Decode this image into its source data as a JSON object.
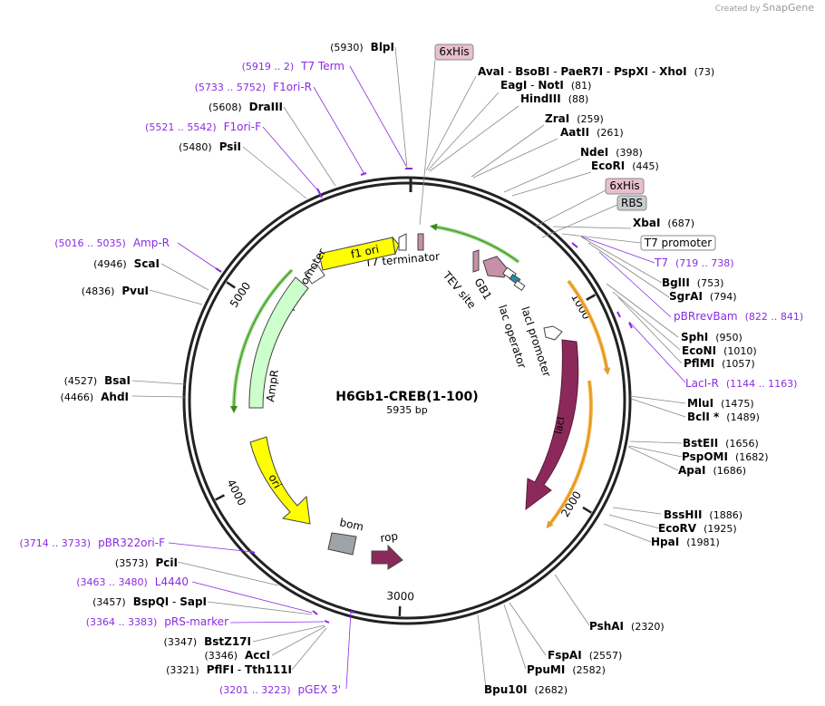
{
  "credit": {
    "created_by": "Created by",
    "brand": "SnapGene"
  },
  "title": "H6Gb1-CREB(1-100)",
  "size": "5935 bp",
  "bp_total": 5935,
  "ticks": [
    {
      "bp": 1000,
      "label": "1000"
    },
    {
      "bp": 2000,
      "label": "2000"
    },
    {
      "bp": 3000,
      "label": "3000"
    },
    {
      "bp": 4000,
      "label": "4000"
    },
    {
      "bp": 5000,
      "label": "5000"
    }
  ],
  "features": [
    {
      "name": "6xHis",
      "label": "6xHis"
    },
    {
      "name": "RBS",
      "label": "RBS"
    },
    {
      "name": "T7 promoter",
      "label": "T7 promoter"
    },
    {
      "name": "f1 ori",
      "label": "f1 ori"
    },
    {
      "name": "T7 terminator",
      "label": "T7 terminator"
    },
    {
      "name": "GB1",
      "label": "GB1"
    },
    {
      "name": "TEV site",
      "label": "TEV site"
    },
    {
      "name": "lac operator",
      "label": "lac operator"
    },
    {
      "name": "lacI promoter",
      "label": "lacI promoter"
    },
    {
      "name": "lacI",
      "label": "lacI"
    },
    {
      "name": "AmpR promoter",
      "label": "AmpR promoter"
    },
    {
      "name": "AmpR",
      "label": "AmpR"
    },
    {
      "name": "ori",
      "label": "ori"
    },
    {
      "name": "bom",
      "label": "bom"
    },
    {
      "name": "rop",
      "label": "rop"
    }
  ],
  "right_labels": [
    {
      "kind": "enz",
      "parts": [
        {
          "t": "AvaI",
          "b": true
        },
        {
          "t": "  -  ",
          "b": false
        },
        {
          "t": "BsoBI",
          "b": true
        },
        {
          "t": "  -  ",
          "b": false
        },
        {
          "t": "PaeR7I",
          "b": true
        },
        {
          "t": "  -  ",
          "b": false
        },
        {
          "t": "PspXI",
          "b": true
        },
        {
          "t": "  -  ",
          "b": false
        },
        {
          "t": "XhoI",
          "b": true
        }
      ],
      "pos": "(73)"
    },
    {
      "kind": "enz",
      "parts": [
        {
          "t": "EagI",
          "b": true
        },
        {
          "t": "  -  ",
          "b": false
        },
        {
          "t": "NotI",
          "b": true
        }
      ],
      "pos": "(81)"
    },
    {
      "kind": "enz",
      "parts": [
        {
          "t": "HindIII",
          "b": true
        }
      ],
      "pos": "(88)"
    },
    {
      "kind": "enz",
      "parts": [
        {
          "t": "ZraI",
          "b": true
        }
      ],
      "pos": "(259)"
    },
    {
      "kind": "enz",
      "parts": [
        {
          "t": "AatII",
          "b": true
        }
      ],
      "pos": "(261)"
    },
    {
      "kind": "enz",
      "parts": [
        {
          "t": "NdeI",
          "b": true
        }
      ],
      "pos": "(398)"
    },
    {
      "kind": "enz",
      "parts": [
        {
          "t": "EcoRI",
          "b": true
        }
      ],
      "pos": "(445)"
    },
    {
      "kind": "enz",
      "parts": [
        {
          "t": "XbaI",
          "b": true
        }
      ],
      "pos": "(687)"
    },
    {
      "kind": "primer",
      "parts": [
        {
          "t": "T7",
          "b": false
        }
      ],
      "pos": "(719 .. 738)"
    },
    {
      "kind": "enz",
      "parts": [
        {
          "t": "BglII",
          "b": true
        }
      ],
      "pos": "(753)"
    },
    {
      "kind": "enz",
      "parts": [
        {
          "t": "SgrAI",
          "b": true
        }
      ],
      "pos": "(794)"
    },
    {
      "kind": "primer",
      "parts": [
        {
          "t": "pBRrevBam",
          "b": false
        }
      ],
      "pos": "(822 .. 841)"
    },
    {
      "kind": "enz",
      "parts": [
        {
          "t": "SphI",
          "b": true
        }
      ],
      "pos": "(950)"
    },
    {
      "kind": "enz",
      "parts": [
        {
          "t": "EcoNI",
          "b": true
        }
      ],
      "pos": "(1010)"
    },
    {
      "kind": "enz",
      "parts": [
        {
          "t": "PflMI",
          "b": true
        }
      ],
      "pos": "(1057)"
    },
    {
      "kind": "primer",
      "parts": [
        {
          "t": "LacI-R",
          "b": false
        }
      ],
      "pos": "(1144 .. 1163)"
    },
    {
      "kind": "enz",
      "parts": [
        {
          "t": "MluI",
          "b": true
        }
      ],
      "pos": "(1475)"
    },
    {
      "kind": "enz",
      "parts": [
        {
          "t": "BclI *",
          "b": true
        }
      ],
      "pos": "(1489)"
    },
    {
      "kind": "enz",
      "parts": [
        {
          "t": "BstEII",
          "b": true
        }
      ],
      "pos": "(1656)"
    },
    {
      "kind": "enz",
      "parts": [
        {
          "t": "PspOMI",
          "b": true
        }
      ],
      "pos": "(1682)"
    },
    {
      "kind": "enz",
      "parts": [
        {
          "t": "ApaI",
          "b": true
        }
      ],
      "pos": "(1686)"
    },
    {
      "kind": "enz",
      "parts": [
        {
          "t": "BssHII",
          "b": true
        }
      ],
      "pos": "(1886)"
    },
    {
      "kind": "enz",
      "parts": [
        {
          "t": "EcoRV",
          "b": true
        }
      ],
      "pos": "(1925)"
    },
    {
      "kind": "enz",
      "parts": [
        {
          "t": "HpaI",
          "b": true
        }
      ],
      "pos": "(1981)"
    },
    {
      "kind": "enz",
      "parts": [
        {
          "t": "PshAI",
          "b": true
        }
      ],
      "pos": "(2320)"
    },
    {
      "kind": "enz",
      "parts": [
        {
          "t": "FspAI",
          "b": true
        }
      ],
      "pos": "(2557)"
    },
    {
      "kind": "enz",
      "parts": [
        {
          "t": "PpuMI",
          "b": true
        }
      ],
      "pos": "(2582)"
    },
    {
      "kind": "enz",
      "parts": [
        {
          "t": "Bpu10I",
          "b": true
        }
      ],
      "pos": "(2682)"
    }
  ],
  "left_labels": [
    {
      "kind": "enz",
      "parts": [
        {
          "t": "BlpI",
          "b": true
        }
      ],
      "pos": "(5930)"
    },
    {
      "kind": "primer",
      "parts": [
        {
          "t": "T7 Term",
          "b": false
        }
      ],
      "pos": "(5919 .. 2)"
    },
    {
      "kind": "primer",
      "parts": [
        {
          "t": "F1ori-R",
          "b": false
        }
      ],
      "pos": "(5733 .. 5752)"
    },
    {
      "kind": "enz",
      "parts": [
        {
          "t": "DraIII",
          "b": true
        }
      ],
      "pos": "(5608)"
    },
    {
      "kind": "primer",
      "parts": [
        {
          "t": "F1ori-F",
          "b": false
        }
      ],
      "pos": "(5521 .. 5542)"
    },
    {
      "kind": "enz",
      "parts": [
        {
          "t": "PsiI",
          "b": true
        }
      ],
      "pos": "(5480)"
    },
    {
      "kind": "primer",
      "parts": [
        {
          "t": "Amp-R",
          "b": false
        }
      ],
      "pos": "(5016 .. 5035)"
    },
    {
      "kind": "enz",
      "parts": [
        {
          "t": "ScaI",
          "b": true
        }
      ],
      "pos": "(4946)"
    },
    {
      "kind": "enz",
      "parts": [
        {
          "t": "PvuI",
          "b": true
        }
      ],
      "pos": "(4836)"
    },
    {
      "kind": "enz",
      "parts": [
        {
          "t": "BsaI",
          "b": true
        }
      ],
      "pos": "(4527)"
    },
    {
      "kind": "enz",
      "parts": [
        {
          "t": "AhdI",
          "b": true
        }
      ],
      "pos": "(4466)"
    },
    {
      "kind": "primer",
      "parts": [
        {
          "t": "pBR322ori-F",
          "b": false
        }
      ],
      "pos": "(3714 .. 3733)"
    },
    {
      "kind": "enz",
      "parts": [
        {
          "t": "PciI",
          "b": true
        }
      ],
      "pos": "(3573)"
    },
    {
      "kind": "primer",
      "parts": [
        {
          "t": "L4440",
          "b": false
        }
      ],
      "pos": "(3463 .. 3480)"
    },
    {
      "kind": "enz",
      "parts": [
        {
          "t": "BspQI",
          "b": true
        },
        {
          "t": "  -  ",
          "b": false
        },
        {
          "t": "SapI",
          "b": true
        }
      ],
      "pos": "(3457)"
    },
    {
      "kind": "primer",
      "parts": [
        {
          "t": "pRS-marker",
          "b": false
        }
      ],
      "pos": "(3364 .. 3383)"
    },
    {
      "kind": "enz",
      "parts": [
        {
          "t": "BstZ17I",
          "b": true
        }
      ],
      "pos": "(3347)"
    },
    {
      "kind": "enz",
      "parts": [
        {
          "t": "AccI",
          "b": true
        }
      ],
      "pos": "(3346)"
    },
    {
      "kind": "enz",
      "parts": [
        {
          "t": "PflFI",
          "b": true
        },
        {
          "t": "  -  ",
          "b": false
        },
        {
          "t": "Tth111I",
          "b": true
        }
      ],
      "pos": "(3321)"
    },
    {
      "kind": "primer",
      "parts": [
        {
          "t": "pGEX 3'",
          "b": false
        }
      ],
      "pos": "(3201 .. 3223)"
    }
  ],
  "colors": {
    "primer": "#8a2be2",
    "enzyme": "#000000",
    "lacI": "#8b2a5a",
    "yellow": "#ffff00",
    "ampr": "#ccffcc",
    "orange": "#f5a623",
    "grey": "#a0a4a8"
  }
}
